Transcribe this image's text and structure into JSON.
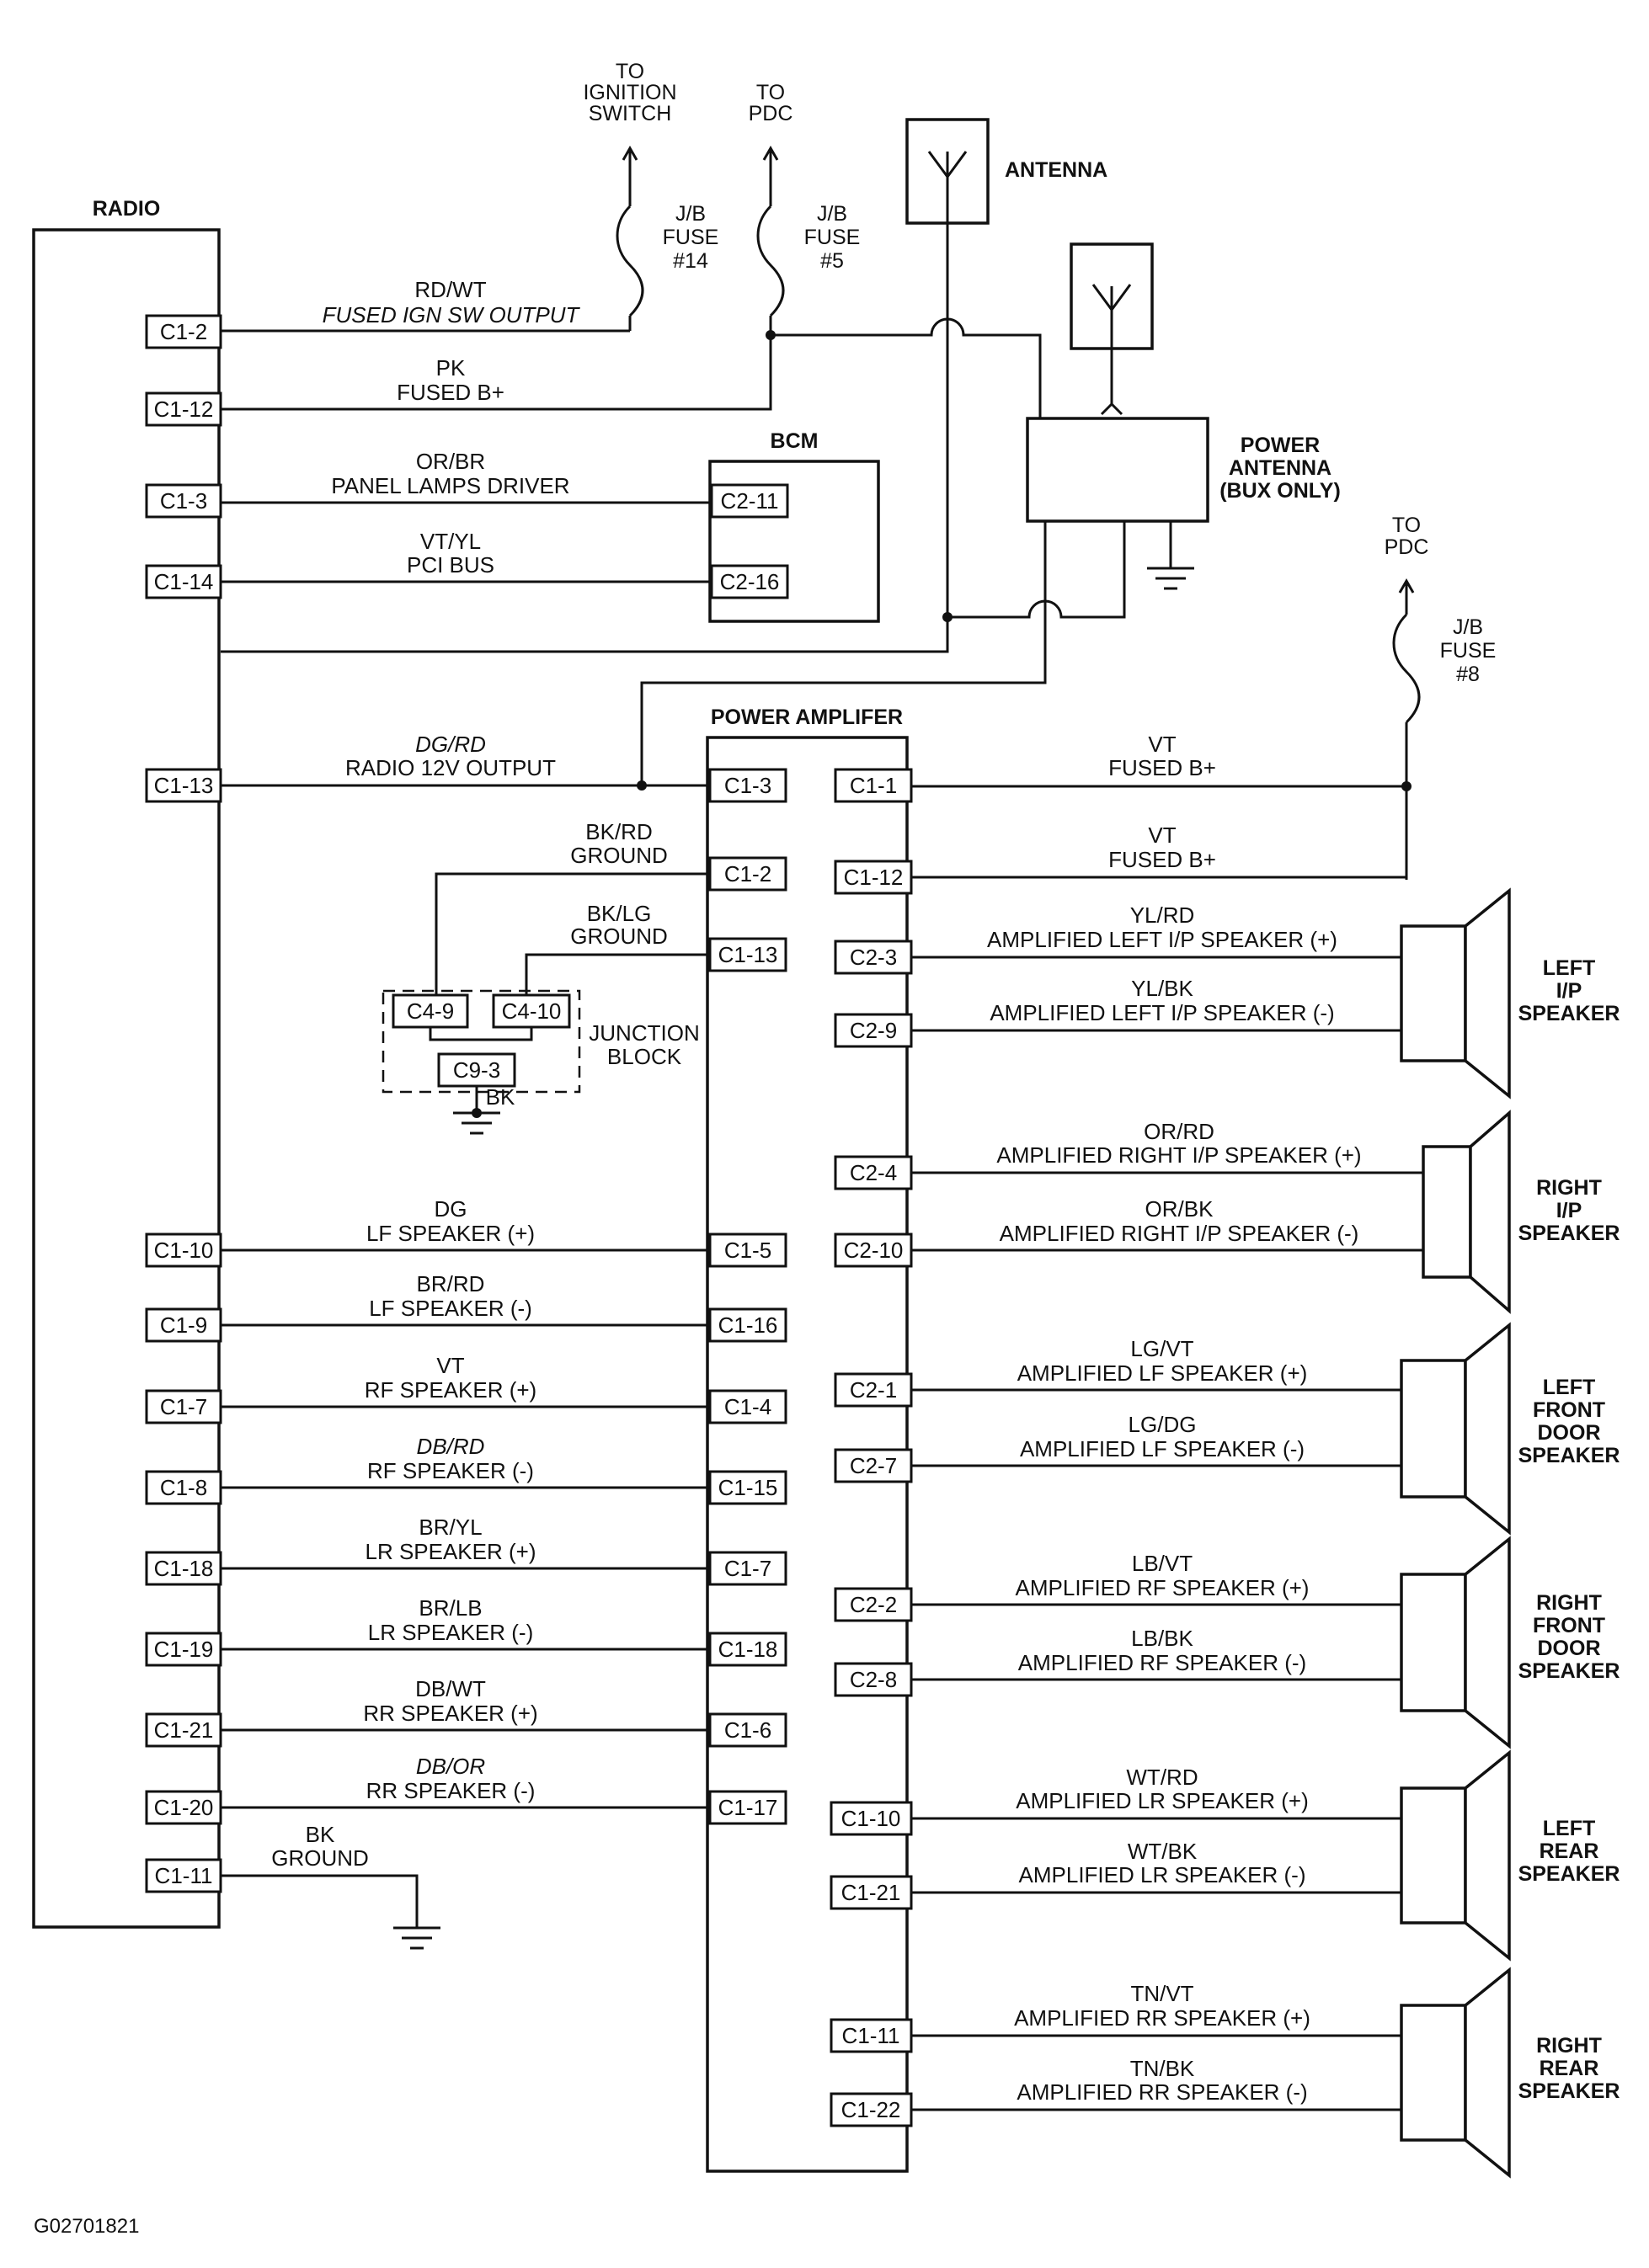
{
  "figure_id": "G02701821",
  "components": {
    "radio": "RADIO",
    "bcm": "BCM",
    "power_amplifier": "POWER AMPLIFER",
    "antenna": "ANTENNA",
    "power_antenna": [
      "POWER",
      "ANTENNA",
      "(BUX ONLY)"
    ],
    "junction_block": [
      "JUNCTION",
      "BLOCK"
    ]
  },
  "offpage": {
    "ignition": [
      "TO",
      "IGNITION",
      "SWITCH"
    ],
    "pdc_top": [
      "TO",
      "PDC"
    ],
    "pdc_right": [
      "TO",
      "PDC"
    ]
  },
  "fuses": {
    "f14": [
      "J/B",
      "FUSE",
      "#14"
    ],
    "f5": [
      "J/B",
      "FUSE",
      "#5"
    ],
    "f8": [
      "J/B",
      "FUSE",
      "#8"
    ]
  },
  "radio_pins": [
    "C1-2",
    "C1-12",
    "C1-3",
    "C1-14",
    "C1-13",
    "C1-10",
    "C1-9",
    "C1-7",
    "C1-8",
    "C1-18",
    "C1-19",
    "C1-21",
    "C1-20",
    "C1-11"
  ],
  "bcm_pins": [
    "C2-11",
    "C2-16"
  ],
  "amp_left_pins": [
    "C1-3",
    "C1-2",
    "C1-13",
    "C1-5",
    "C1-16",
    "C1-4",
    "C1-15",
    "C1-7",
    "C1-18",
    "C1-6",
    "C1-17"
  ],
  "amp_right_pins": [
    "C1-1",
    "C1-12",
    "C2-3",
    "C2-9",
    "C2-4",
    "C2-10",
    "C2-1",
    "C2-7",
    "C2-2",
    "C2-8",
    "C1-10",
    "C1-21",
    "C1-11",
    "C1-22"
  ],
  "jb_pins": [
    "C4-9",
    "C4-10",
    "C9-3"
  ],
  "wires": {
    "rdwt": [
      "RD/WT",
      "FUSED IGN SW OUTPUT"
    ],
    "pk": [
      "PK",
      "FUSED B+"
    ],
    "orbr": [
      "OR/BR",
      "PANEL LAMPS DRIVER"
    ],
    "vtyl": [
      "VT/YL",
      "PCI BUS"
    ],
    "dgrd": [
      "DG/RD",
      "RADIO 12V OUTPUT"
    ],
    "bkrd": [
      "BK/RD",
      "GROUND"
    ],
    "bklg": [
      "BK/LG",
      "GROUND"
    ],
    "bk_jb": "BK",
    "dg": [
      "DG",
      "LF SPEAKER (+)"
    ],
    "brrd": [
      "BR/RD",
      "LF SPEAKER (-)"
    ],
    "vt": [
      "VT",
      "RF SPEAKER (+)"
    ],
    "dbrd": [
      "DB/RD",
      "RF SPEAKER (-)"
    ],
    "bryl": [
      "BR/YL",
      "LR SPEAKER (+)"
    ],
    "brlb": [
      "BR/LB",
      "LR SPEAKER (-)"
    ],
    "dbwt": [
      "DB/WT",
      "RR SPEAKER (+)"
    ],
    "dbor": [
      "DB/OR",
      "RR SPEAKER (-)"
    ],
    "bk_gnd": [
      "BK",
      "GROUND"
    ],
    "vt1": [
      "VT",
      "FUSED B+"
    ],
    "vt2": [
      "VT",
      "FUSED B+"
    ],
    "ylrd": [
      "YL/RD",
      "AMPLIFIED LEFT I/P SPEAKER (+)"
    ],
    "ylbk": [
      "YL/BK",
      "AMPLIFIED LEFT I/P SPEAKER (-)"
    ],
    "orrd": [
      "OR/RD",
      "AMPLIFIED RIGHT I/P SPEAKER (+)"
    ],
    "orbk": [
      "OR/BK",
      "AMPLIFIED RIGHT I/P SPEAKER (-)"
    ],
    "lgvt": [
      "LG/VT",
      "AMPLIFIED LF SPEAKER (+)"
    ],
    "lgdg": [
      "LG/DG",
      "AMPLIFIED LF SPEAKER (-)"
    ],
    "lbvt": [
      "LB/VT",
      "AMPLIFIED RF SPEAKER (+)"
    ],
    "lbbk": [
      "LB/BK",
      "AMPLIFIED RF SPEAKER (-)"
    ],
    "wtrd": [
      "WT/RD",
      "AMPLIFIED LR SPEAKER (+)"
    ],
    "wtbk": [
      "WT/BK",
      "AMPLIFIED LR SPEAKER (-)"
    ],
    "tnvt": [
      "TN/VT",
      "AMPLIFIED RR SPEAKER (+)"
    ],
    "tnbk": [
      "TN/BK",
      "AMPLIFIED RR SPEAKER (-)"
    ]
  },
  "speakers": {
    "left_ip": [
      "LEFT",
      "I/P",
      "SPEAKER"
    ],
    "right_ip": [
      "RIGHT",
      "I/P",
      "SPEAKER"
    ],
    "left_front": [
      "LEFT",
      "FRONT",
      "DOOR",
      "SPEAKER"
    ],
    "right_front": [
      "RIGHT",
      "FRONT",
      "DOOR",
      "SPEAKER"
    ],
    "left_rear": [
      "LEFT",
      "REAR",
      "SPEAKER"
    ],
    "right_rear": [
      "RIGHT",
      "REAR",
      "SPEAKER"
    ]
  }
}
